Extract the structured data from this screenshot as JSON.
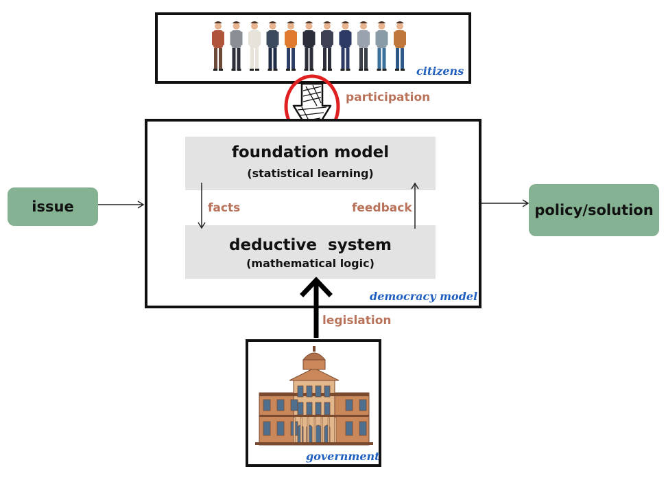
{
  "citizens": {
    "label": "citizens"
  },
  "participation": {
    "label": "participation"
  },
  "model": {
    "label": "democracy model",
    "foundation_title": "foundation model",
    "foundation_sub": "(statistical learning)",
    "deductive_title": "deductive  system",
    "deductive_sub": "(mathematical logic)",
    "facts": "facts",
    "feedback": "feedback"
  },
  "issue": {
    "label": "issue"
  },
  "policy": {
    "label": "policy/solution"
  },
  "legislation": {
    "label": "legislation"
  },
  "government": {
    "label": "government"
  },
  "colors": {
    "green_box": "#84b293",
    "gray_panel": "#e3e3e3",
    "orange_text": "#b8735a",
    "blue_text": "#1f5fbf",
    "highlight_circle": "#e02020"
  }
}
